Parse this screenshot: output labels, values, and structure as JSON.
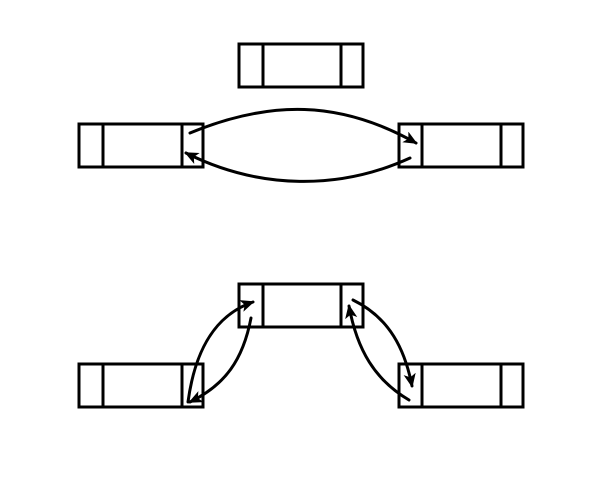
{
  "colors": {
    "background": "#ffffff",
    "stroke": "#000000"
  },
  "diagram": {
    "top_section": {
      "description_free": true,
      "nodes": [
        "node-top-center",
        "node-top-left",
        "node-top-right"
      ],
      "links": [
        {
          "from": "node-top-left",
          "to": "node-top-right",
          "direction": "forward"
        },
        {
          "from": "node-top-right",
          "to": "node-top-left",
          "direction": "forward"
        }
      ]
    },
    "bottom_section": {
      "nodes": [
        "node-bottom-center",
        "node-bottom-left",
        "node-bottom-right"
      ],
      "links": [
        {
          "from": "node-bottom-left",
          "to": "node-bottom-center"
        },
        {
          "from": "node-bottom-center",
          "to": "node-bottom-left"
        },
        {
          "from": "node-bottom-center",
          "to": "node-bottom-right"
        },
        {
          "from": "node-bottom-right",
          "to": "node-bottom-center"
        }
      ]
    }
  }
}
